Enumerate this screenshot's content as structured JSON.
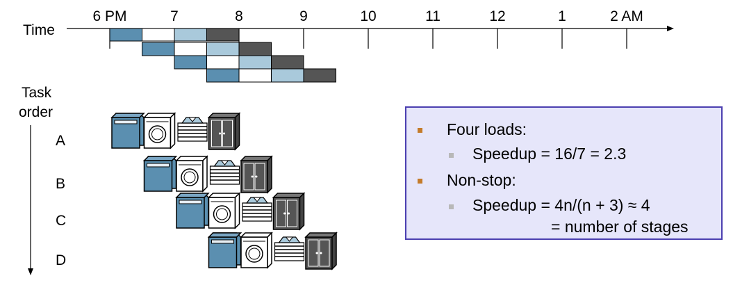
{
  "timeline": {
    "axis_label": "Time",
    "ticks": [
      "6 PM",
      "7",
      "8",
      "9",
      "10",
      "11",
      "12",
      "1",
      "2 AM"
    ]
  },
  "task_axis": {
    "label_line1": "Task",
    "label_line2": "order",
    "tasks": [
      "A",
      "B",
      "C",
      "D"
    ]
  },
  "stages": [
    "washer",
    "dryer",
    "folding",
    "closet"
  ],
  "colors": {
    "washer": "#5b8fb0",
    "dryer": "#ffffff",
    "folding": "#a9c9db",
    "closet": "#555555",
    "note_bg": "#e6e6fa",
    "note_border": "#4b3fb0",
    "bullet_primary": "#c47b2a",
    "bullet_secondary": "#b8b8b8"
  },
  "note": {
    "items": [
      {
        "text": "Four loads:",
        "sub": [
          "Speedup = 16/7 = 2.3"
        ]
      },
      {
        "text": "Non-stop:",
        "sub": [
          "Speedup = 4n/(n + 3) ≈ 4",
          "= number of stages"
        ]
      }
    ]
  }
}
